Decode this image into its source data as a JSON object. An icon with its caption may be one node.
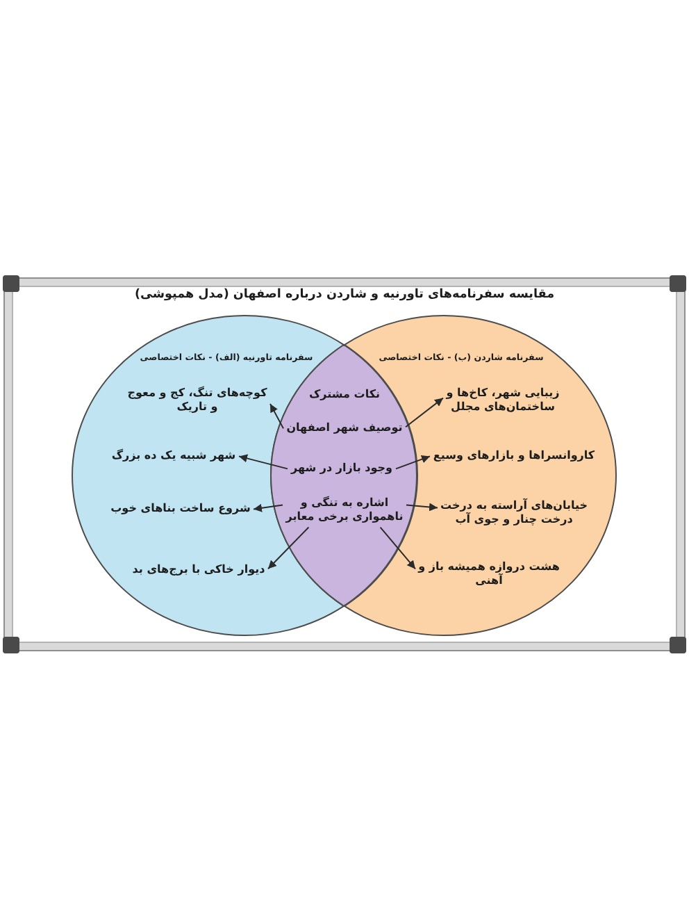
{
  "diagram": {
    "title": "مقایسه سفرنامه‌های تاورنیه و شاردن درباره اصفهان (مدل همپوشی)",
    "nodes": [
      {
        "text": [
          "سفرنامه تاورنیه (الف) - نکات اختصاصی"
        ]
      },
      {
        "text": [
          "کوچه‌های تنگ، کج و معوج و تاریک"
        ],
        "in": 0
      },
      {
        "text": [
          "شهر شبیه یک ده بزرگ"
        ],
        "in": 0
      },
      {
        "text": [
          "شروع ساخت بناهای خوب"
        ],
        "in": 0
      },
      {
        "text": [
          "دیوار خاکی با برج‌های بد"
        ],
        "in": 0
      },
      {
        "text": [
          "نکات مشترک"
        ]
      },
      {
        "text": [
          "توصیف شهر اصفهان"
        ],
        "in": 5
      },
      {
        "text": [
          "وجود بازار در شهر"
        ],
        "in": 5
      },
      {
        "text": [
          "اشاره به تنگی و ناهمواری برخی معابر"
        ],
        "in": 5
      },
      {
        "text": [
          "سفرنامه شاردن (ب) - نکات اختصاصی"
        ]
      },
      {
        "text": [
          "زیبایی شهر، کاخ‌ها و ساختمان‌های مجلل"
        ],
        "in": 9
      },
      {
        "text": [
          "کاروانسراها و بازارهای وسیع"
        ],
        "in": 9
      },
      {
        "text": [
          "خیابان‌های آراسته به درخت درخت چنار و جوی آب"
        ],
        "in": 9
      },
      {
        "text": [
          "هشت دروازه همیشه باز و آهنی"
        ],
        "in": 9
      }
    ],
    "edges": [
      {
        "from": 6,
        "to": 1,
        "arrow": "to"
      },
      {
        "from": 6,
        "to": 10,
        "arrow": "to"
      },
      {
        "from": 7,
        "to": 2,
        "arrow": "to"
      },
      {
        "from": 7,
        "to": 11,
        "arrow": "to"
      },
      {
        "from": 8,
        "to": 3,
        "arrow": "to"
      },
      {
        "from": 8,
        "to": 4,
        "arrow": "to"
      },
      {
        "from": 8,
        "to": 12,
        "arrow": "to"
      },
      {
        "from": 8,
        "to": 13,
        "arrow": "to"
      }
    ]
  }
}
